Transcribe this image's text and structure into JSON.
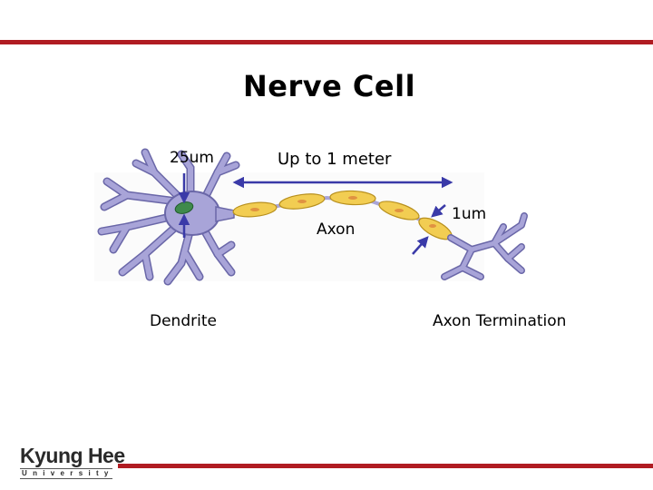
{
  "slide": {
    "title": "Nerve Cell",
    "labels": {
      "soma_size": "25um",
      "length": "Up to 1 meter",
      "axon": "Axon",
      "axon_diameter": "1um",
      "dendrite": "Dendrite",
      "termination": "Axon Termination"
    }
  },
  "logo": {
    "name": "Kyung Hee",
    "sub": "University"
  },
  "colors": {
    "accent_bar": "#b01c22",
    "neuron_body": "#a8a4d8",
    "neuron_outline": "#6a67a8",
    "myelin": "#f2cd52",
    "myelin_outline": "#b8901e",
    "nucleus": "#3f8a4c",
    "arrow": "#3a3aa8"
  }
}
